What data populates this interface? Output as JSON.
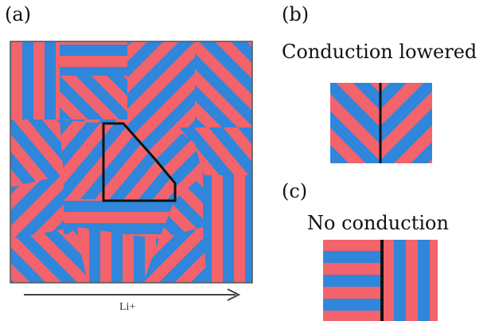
{
  "panel_a": {
    "label": "(a)",
    "ion_label": "Li+"
  },
  "panel_b": {
    "label": "(b)",
    "caption": "Conduction lowered"
  },
  "panel_c": {
    "label": "(c)",
    "caption": "No conduction"
  },
  "colors": {
    "red": "#f2636b",
    "blue": "#2f86db",
    "outline": "#111111"
  }
}
